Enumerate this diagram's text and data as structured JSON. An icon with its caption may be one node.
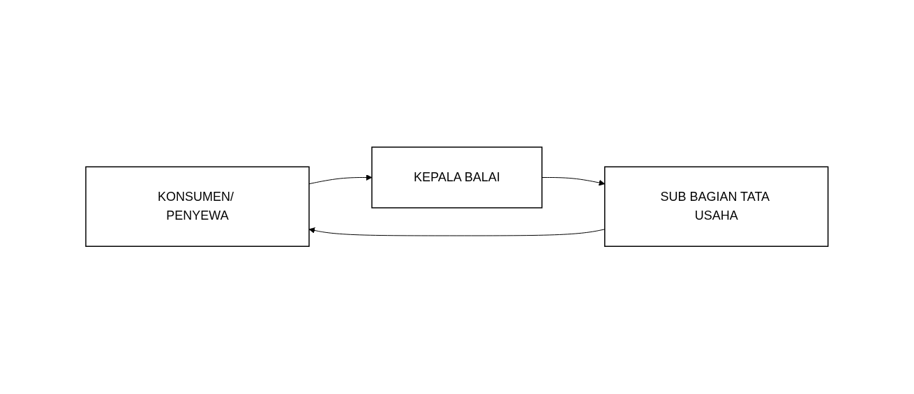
{
  "diagram": {
    "nodes": [
      {
        "text": [
          "KONSUMEN/ PENYEWA"
        ]
      },
      {
        "text": [
          "KEPALA BALAI"
        ]
      },
      {
        "text": [
          "SUB BAGIAN TATA USAHA"
        ]
      }
    ],
    "edges": [
      {
        "from": 0,
        "to": 1,
        "arrow": "to"
      },
      {
        "from": 1,
        "to": 2,
        "arrow": "to"
      },
      {
        "from": 2,
        "to": 0,
        "arrow": "to"
      }
    ]
  }
}
